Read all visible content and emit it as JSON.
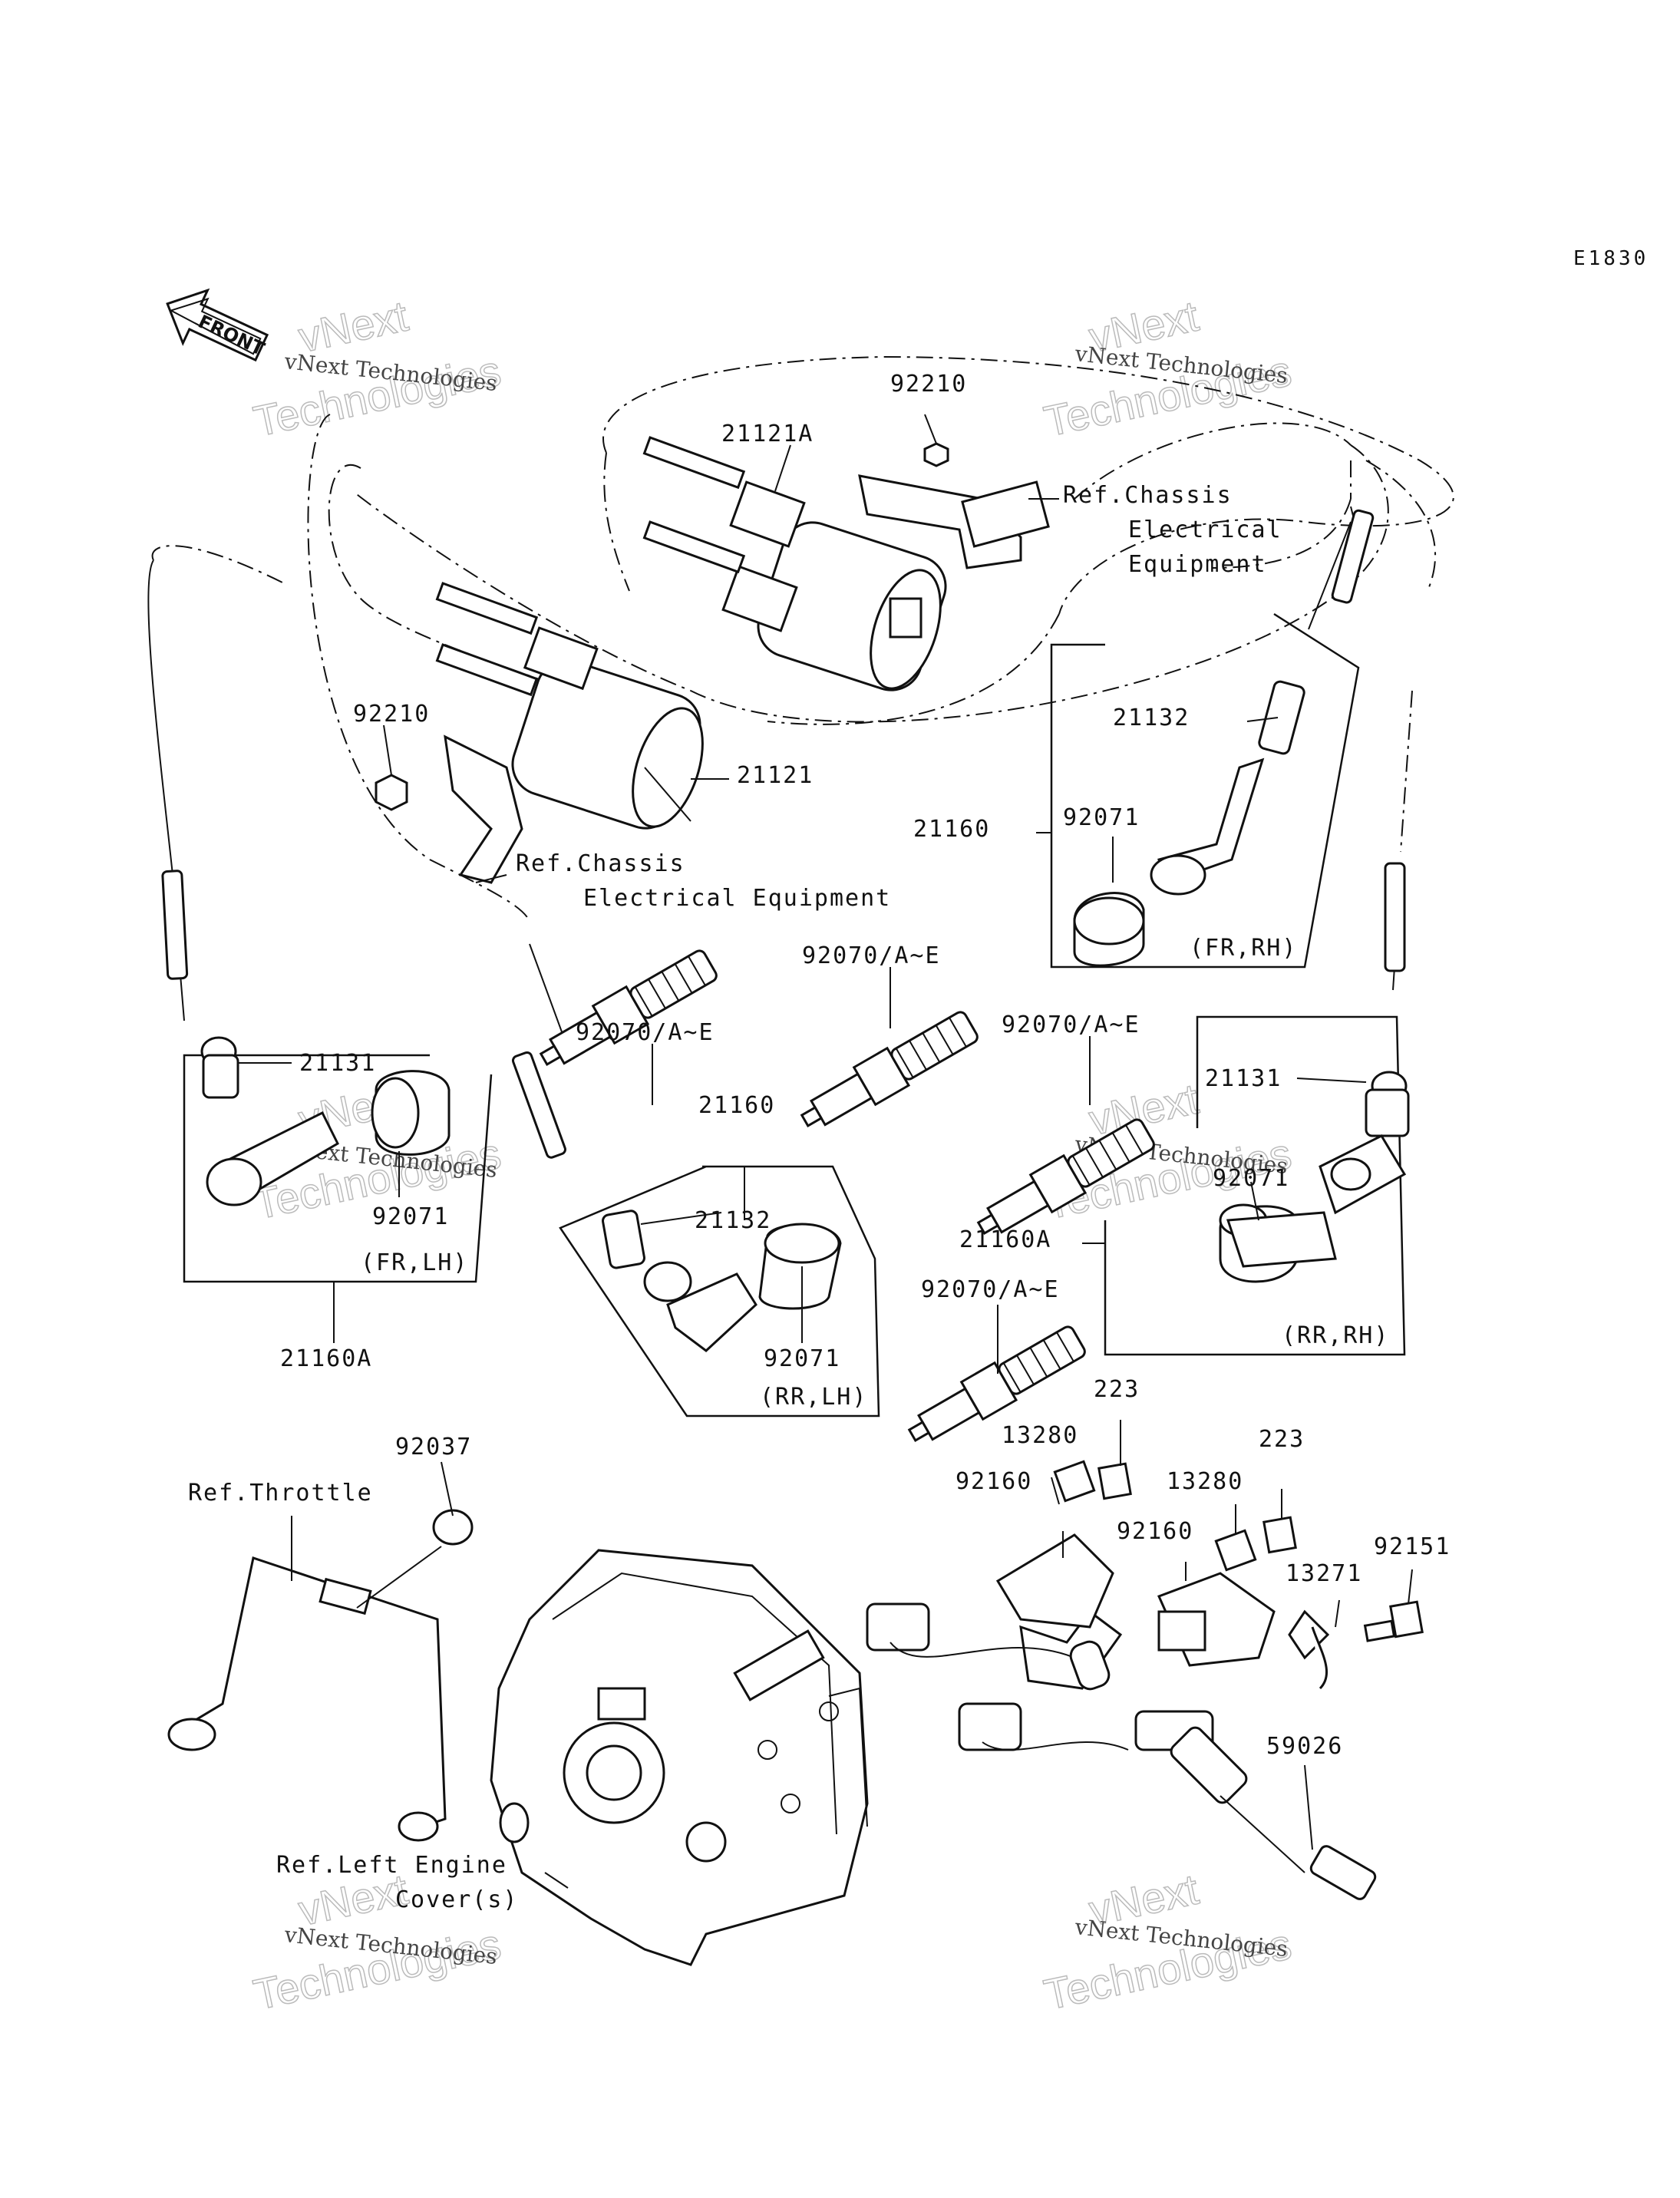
{
  "diagram_code": "E1830",
  "front_label": "FRONT",
  "watermarks": [
    {
      "line1": "vNext Technologies",
      "line2": "Technologies"
    },
    {
      "line1": "vNext Technologies",
      "line2": "Technologies"
    },
    {
      "line1": "vNext Technologies",
      "line2": "Technologies"
    },
    {
      "line1": "vNext Technologies",
      "line2": "Technologies"
    },
    {
      "line1": "vNext Technologies",
      "line2": "Technologies"
    },
    {
      "line1": "vNext Technologies",
      "line2": "Technologies"
    }
  ],
  "watermark_word": "vNext",
  "parts": {
    "p92210_top": "92210",
    "p21121A": "21121A",
    "p92210_left": "92210",
    "p21121": "21121",
    "p21132_top": "21132",
    "p21160_right": "21160",
    "p92071_top": "92071",
    "p92070_mid": "92070/A~E",
    "p92070_left": "92070/A~E",
    "p92070_right": "92070/A~E",
    "p21160_mid": "21160",
    "p21131_left": "21131",
    "p92071_left": "92071",
    "p21131_right": "21131",
    "p92071_right": "92071",
    "p21160A_right": "21160A",
    "p21132_mid": "21132",
    "p92071_mid": "92071",
    "p92070_low": "92070/A~E",
    "p21160A_left": "21160A",
    "p223_a": "223",
    "p13280_a": "13280",
    "p223_b": "223",
    "p92160_a": "92160",
    "p13280_b": "13280",
    "p92160_b": "92160",
    "p92151": "92151",
    "p13271": "13271",
    "p92037": "92037",
    "p59026": "59026"
  },
  "refs": {
    "chassis_top_1": "Ref.Chassis",
    "chassis_top_2": "Electrical",
    "chassis_top_3": "Equipment",
    "chassis_left_1": "Ref.Chassis",
    "chassis_left_2": "Electrical Equipment",
    "throttle": "Ref.Throttle",
    "engine_cover_1": "Ref.Left Engine",
    "engine_cover_2": "Cover(s)"
  },
  "groups": {
    "fr_rh": "(FR,RH)",
    "fr_lh": "(FR,LH)",
    "rr_lh": "(RR,LH)",
    "rr_rh": "(RR,RH)"
  }
}
